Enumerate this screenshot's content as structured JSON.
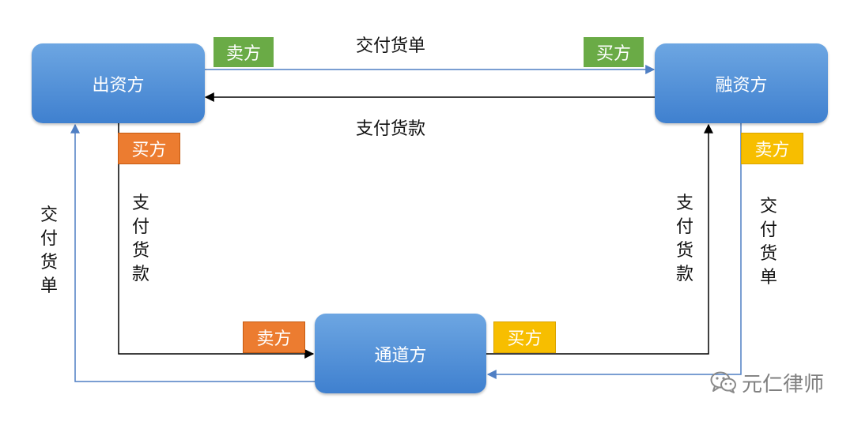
{
  "nodes": {
    "funder": "出资方",
    "financed": "融资方",
    "channel": "通道方"
  },
  "roles": {
    "seller": "卖方",
    "buyer": "买方"
  },
  "flows": {
    "deliver_documents": "交付货单",
    "pay_goods": "支付货款"
  },
  "watermark": {
    "text": "元仁律师",
    "icon": "wechat-icon"
  },
  "colors": {
    "node_blue": "#4a8bd6",
    "tag_green": "#6aab46",
    "tag_orange": "#ec7c30",
    "tag_yellow": "#f7be00",
    "flow_blue": "#4f7fc4",
    "flow_black": "#000000"
  }
}
